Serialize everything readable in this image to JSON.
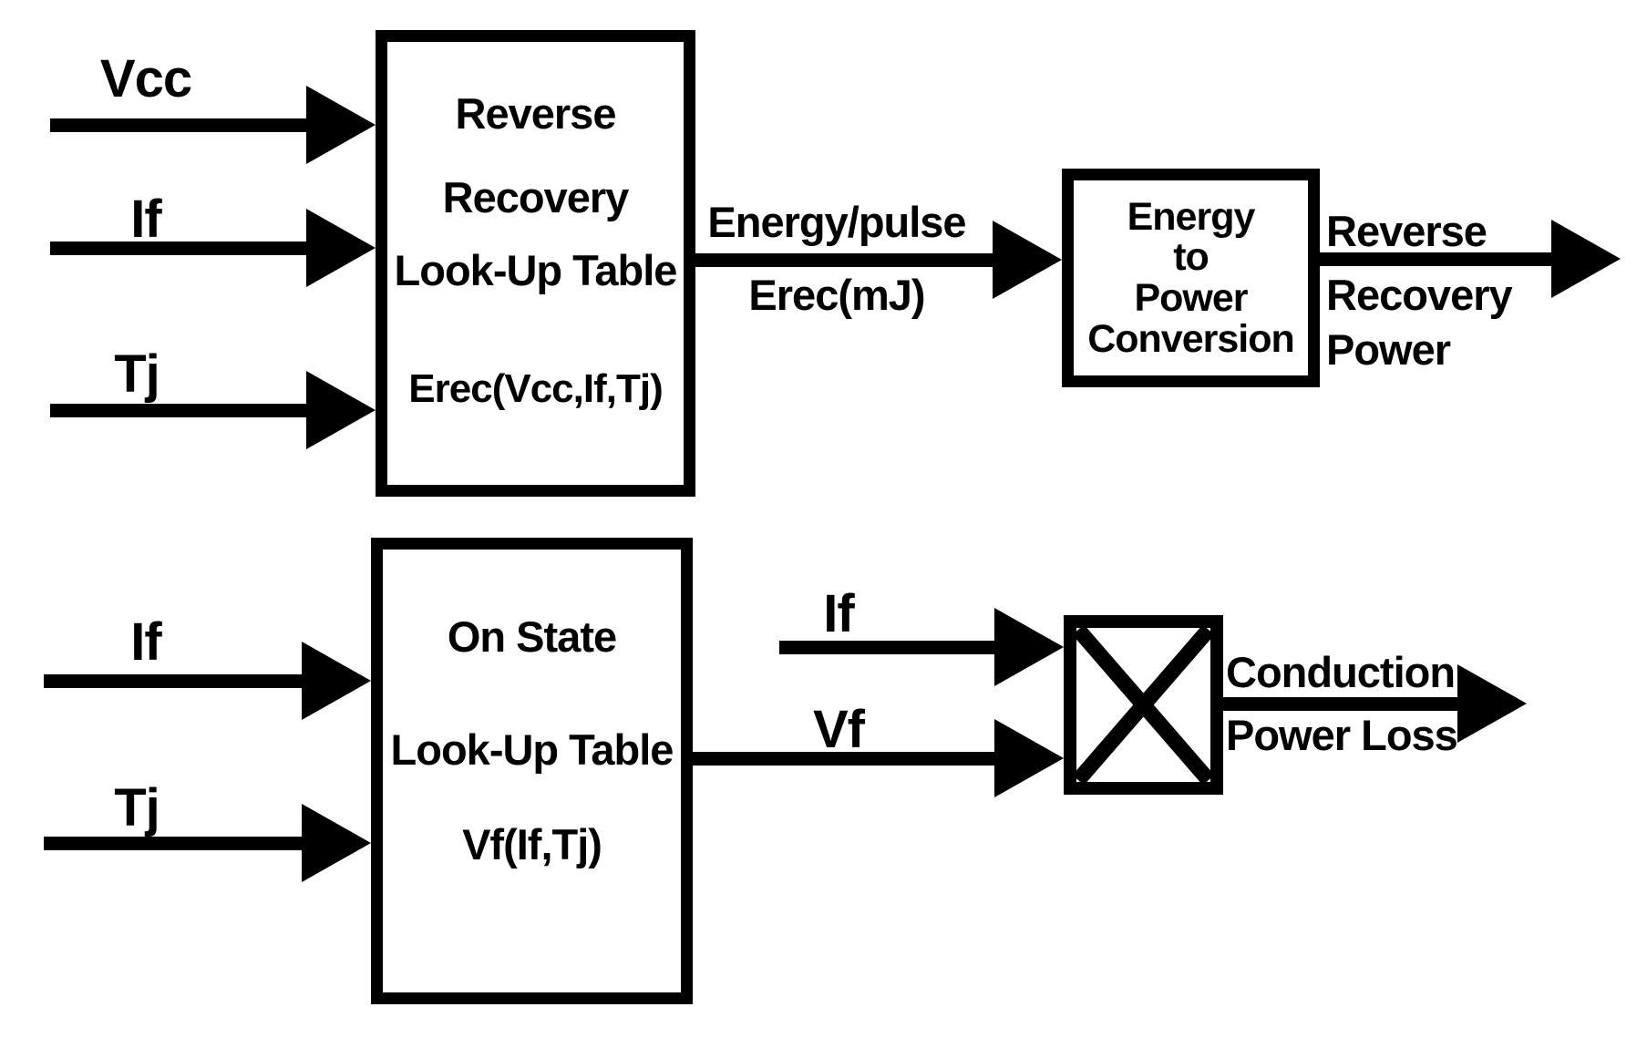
{
  "colors": {
    "ink": "#000000",
    "background": "#ffffff"
  },
  "top": {
    "inputs": [
      {
        "label": "Vcc"
      },
      {
        "label": "If"
      },
      {
        "label": "Tj"
      }
    ],
    "lut_box": {
      "lines": [
        "Reverse",
        "Recovery",
        "Look-Up Table",
        "Erec(Vcc,If,Tj)"
      ]
    },
    "pulse_signal": {
      "top_label": "Energy/pulse",
      "bottom_label": "Erec(mJ)"
    },
    "conversion_box": {
      "lines": [
        "Energy",
        "to",
        "Power",
        "Conversion"
      ]
    },
    "output": {
      "lines": [
        "Reverse",
        "Recovery",
        "Power"
      ]
    }
  },
  "bottom": {
    "inputs": [
      {
        "label": "If"
      },
      {
        "label": "Tj"
      }
    ],
    "lut_box": {
      "lines": [
        "On State",
        "Look-Up Table",
        "Vf(If,Tj)"
      ]
    },
    "signals": {
      "if_label": "If",
      "vf_label": "Vf"
    },
    "output": {
      "lines": [
        "Conduction",
        "Power Loss"
      ]
    }
  }
}
